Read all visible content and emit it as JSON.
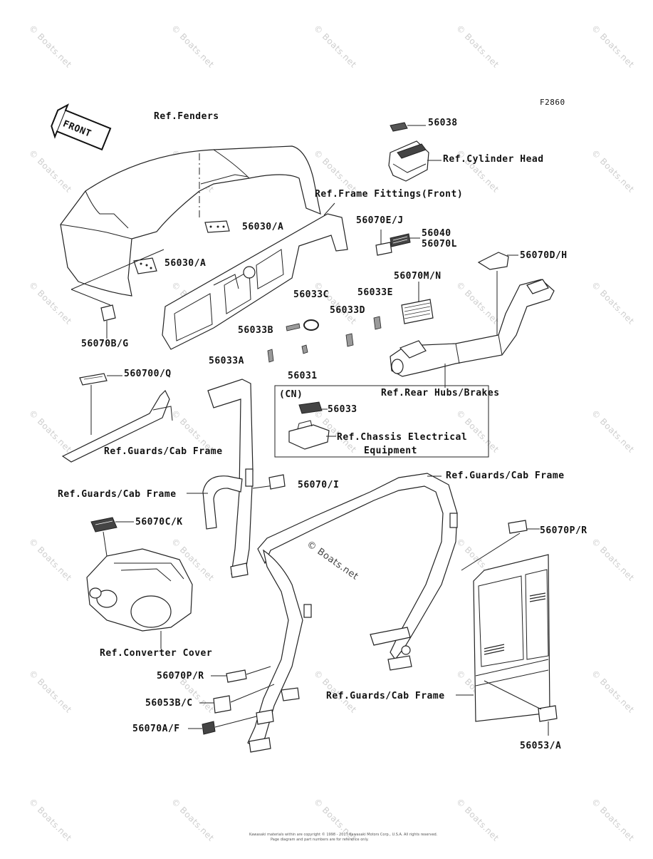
{
  "code": "F2860",
  "front_arrow": "FRONT",
  "callouts": {
    "c56038": "56038",
    "ref_cyl_head": "Ref.Cylinder Head",
    "ref_fenders": "Ref.Fenders",
    "ref_frame_fittings": "Ref.Frame Fittings(Front)",
    "c56030a_1": "56030/A",
    "c56030a_2": "56030/A",
    "c56070ej": "56070E/J",
    "c56040": "56040",
    "c56070l": "56070L",
    "c56070dh": "56070D/H",
    "c56070mn": "56070M/N",
    "c56033c": "56033C",
    "c56033e": "56033E",
    "c56033d": "56033D",
    "c56033b": "56033B",
    "c56070bg": "56070B/G",
    "c56033a": "56033A",
    "c56031": "56031",
    "ref_rear_hubs": "Ref.Rear Hubs/Brakes",
    "c56070oq": "560700/Q",
    "cn": "(CN)",
    "c56033": "56033",
    "ref_chassis_1": "Ref.Chassis Electrical",
    "ref_chassis_2": "Equipment",
    "ref_guards_1": "Ref.Guards/Cab Frame",
    "ref_guards_2": "Ref.Guards/Cab Frame",
    "c56070i": "56070/I",
    "ref_guards_3": "Ref.Guards/Cab Frame",
    "c56070ck": "56070C/K",
    "c56070pr_1": "56070P/R",
    "ref_converter": "Ref.Converter Cover",
    "c56070pr_2": "56070P/R",
    "c56053bc": "56053B/C",
    "c56070af": "56070A/F",
    "ref_guards_4": "Ref.Guards/Cab Frame",
    "c56053a": "56053/A"
  },
  "watermark": "© Boats.net",
  "footer_line1": "Kawasaki materials within are copyright © 1998 - 2017 Kawasaki Motors Corp., U.S.A. All rights reserved.",
  "footer_line2": "Page diagram and part numbers are for reference only."
}
